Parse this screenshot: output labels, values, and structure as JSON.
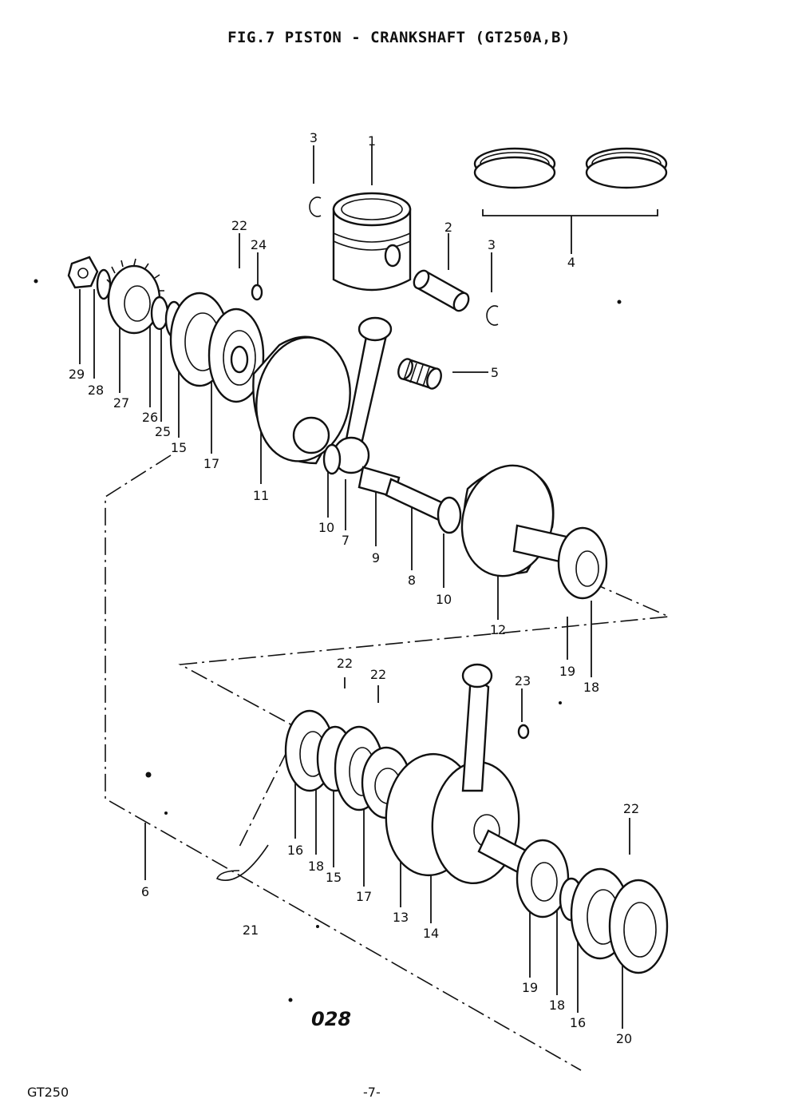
{
  "title": "FIG.7  PISTON - CRANKSHAFT (GT250A,B)",
  "footer": {
    "model": "GT250",
    "page": "-7-"
  },
  "plate_number": "028",
  "callouts": [
    {
      "id": "c1",
      "label": "1"
    },
    {
      "id": "c2",
      "label": "2"
    },
    {
      "id": "c3a",
      "label": "3"
    },
    {
      "id": "c3b",
      "label": "3"
    },
    {
      "id": "c4",
      "label": "4"
    },
    {
      "id": "c5",
      "label": "5"
    },
    {
      "id": "c6",
      "label": "6"
    },
    {
      "id": "c7",
      "label": "7"
    },
    {
      "id": "c8",
      "label": "8"
    },
    {
      "id": "c9",
      "label": "9"
    },
    {
      "id": "c10a",
      "label": "10"
    },
    {
      "id": "c10b",
      "label": "10"
    },
    {
      "id": "c11",
      "label": "11"
    },
    {
      "id": "c12",
      "label": "12"
    },
    {
      "id": "c13",
      "label": "13"
    },
    {
      "id": "c14",
      "label": "14"
    },
    {
      "id": "c15a",
      "label": "15"
    },
    {
      "id": "c15b",
      "label": "15"
    },
    {
      "id": "c16a",
      "label": "16"
    },
    {
      "id": "c16b",
      "label": "16"
    },
    {
      "id": "c17a",
      "label": "17"
    },
    {
      "id": "c17b",
      "label": "17"
    },
    {
      "id": "c18a",
      "label": "18"
    },
    {
      "id": "c18b",
      "label": "18"
    },
    {
      "id": "c18c",
      "label": "18"
    },
    {
      "id": "c19a",
      "label": "19"
    },
    {
      "id": "c19b",
      "label": "19"
    },
    {
      "id": "c20",
      "label": "20"
    },
    {
      "id": "c21",
      "label": "21"
    },
    {
      "id": "c22a",
      "label": "22"
    },
    {
      "id": "c22b",
      "label": "22"
    },
    {
      "id": "c22c",
      "label": "22"
    },
    {
      "id": "c22d",
      "label": "22"
    },
    {
      "id": "c23",
      "label": "23"
    },
    {
      "id": "c24",
      "label": "24"
    },
    {
      "id": "c25",
      "label": "25"
    },
    {
      "id": "c26",
      "label": "26"
    },
    {
      "id": "c27",
      "label": "27"
    },
    {
      "id": "c28",
      "label": "28"
    },
    {
      "id": "c29",
      "label": "29"
    }
  ]
}
